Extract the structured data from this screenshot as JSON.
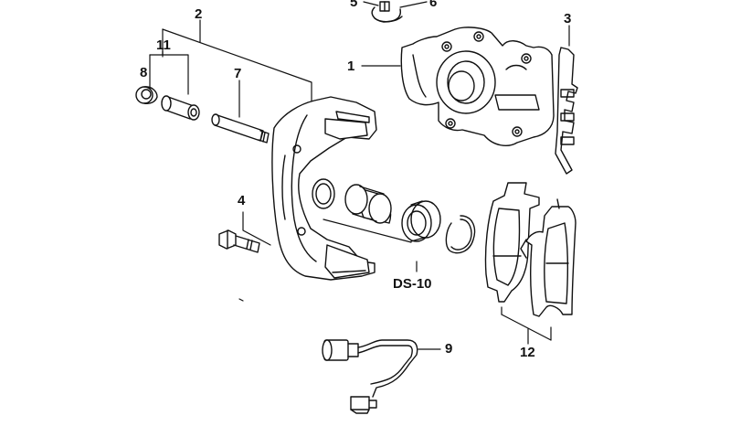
{
  "diagram": {
    "labels": {
      "l1": "1",
      "l2": "2",
      "l3": "3",
      "l4": "4",
      "l5": "5",
      "l6": "6",
      "l7": "7",
      "l8": "8",
      "l9": "9",
      "l11": "11",
      "l12": "12",
      "lds10": "DS-10"
    }
  }
}
